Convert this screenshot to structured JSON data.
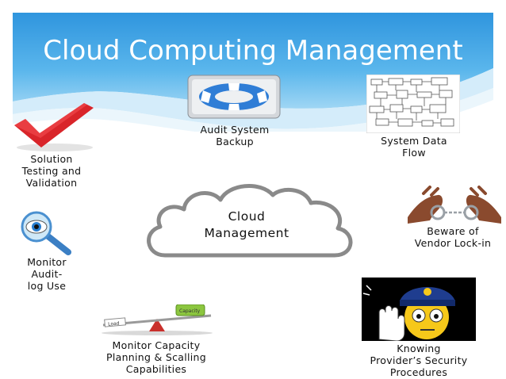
{
  "title": "Cloud Computing Management",
  "center": {
    "line1": "Cloud",
    "line2": "Management"
  },
  "items": {
    "audit_backup": "Audit System\nBackup",
    "data_flow": "System Data\nFlow",
    "solution_testing": "Solution\nTesting and\nValidation",
    "vendor_lockin": "Beware of\nVendor Lock-in",
    "monitor_audit": "Monitor\nAudit-\nlog Use",
    "capacity": "Monitor Capacity\nPlanning & Scalling\nCapabilities",
    "security": "Knowing\nProvider’s Security\nProcedures"
  },
  "seesaw": {
    "left_word": "Load",
    "right_word": "Capacity"
  },
  "colors": {
    "header_top": "#2f9be0",
    "header_mid": "#5bb8ec",
    "header_wave": "#bfe3f8"
  },
  "icons": [
    "lifebuoy-icon",
    "flowchart-icon",
    "checkmark-icon",
    "handcuffs-icon",
    "magnifier-eye-icon",
    "seesaw-icon",
    "police-emoji-icon"
  ]
}
